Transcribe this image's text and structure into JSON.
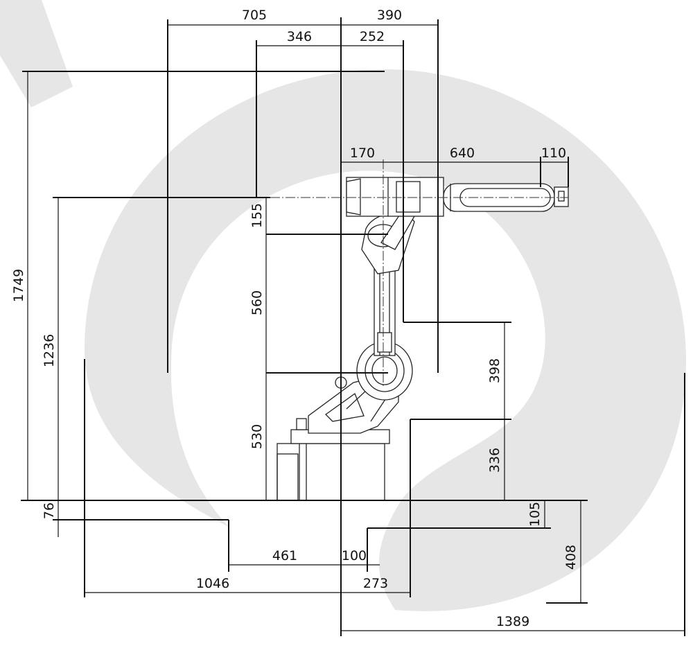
{
  "colors": {
    "background": "#ffffff",
    "work_envelope": "#e6e6e6",
    "lines": "#111111"
  },
  "dimensions": {
    "d705": "705",
    "d390": "390",
    "d346": "346",
    "d252": "252",
    "d170": "170",
    "d640": "640",
    "d110": "110",
    "d1749": "1749",
    "d1236": "1236",
    "d155": "155",
    "d560": "560",
    "d530": "530",
    "d398": "398",
    "d336": "336",
    "d76": "76",
    "d105": "105",
    "d408": "408",
    "d461": "461",
    "d100": "100",
    "d1046": "1046",
    "d273": "273",
    "d1389": "1389"
  }
}
